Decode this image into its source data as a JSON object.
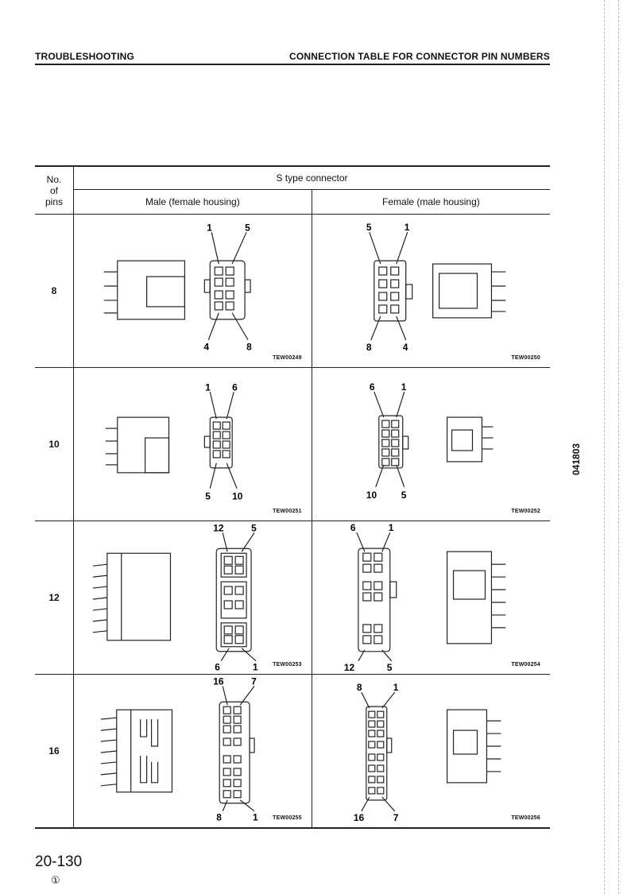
{
  "header": {
    "left": "TROUBLESHOOTING",
    "right": "CONNECTION TABLE FOR CONNECTOR PIN NUMBERS"
  },
  "table": {
    "col_no_pins": [
      "No.",
      "of",
      "pins"
    ],
    "group_header": "S type connector",
    "male_header": "Male (female housing)",
    "female_header": "Female (male housing)",
    "rows": [
      {
        "pins": "8",
        "male": {
          "labels": [
            "1",
            "5",
            "4",
            "8"
          ],
          "code": "TEW00249"
        },
        "female": {
          "labels": [
            "5",
            "1",
            "8",
            "4"
          ],
          "code": "TEW00250"
        }
      },
      {
        "pins": "10",
        "male": {
          "labels": [
            "1",
            "6",
            "5",
            "10"
          ],
          "code": "TEW00251"
        },
        "female": {
          "labels": [
            "6",
            "1",
            "10",
            "5"
          ],
          "code": "TEW00252"
        }
      },
      {
        "pins": "12",
        "male": {
          "labels": [
            "12",
            "5",
            "6",
            "1"
          ],
          "code": "TEW00253"
        },
        "female": {
          "labels": [
            "6",
            "1",
            "12",
            "5"
          ],
          "code": "TEW00254"
        }
      },
      {
        "pins": "16",
        "male": {
          "labels": [
            "16",
            "7",
            "8",
            "1"
          ],
          "code": "TEW00255"
        },
        "female": {
          "labels": [
            "8",
            "1",
            "16",
            "7"
          ],
          "code": "TEW00256"
        }
      }
    ]
  },
  "side_code": "041803",
  "footer": {
    "page": "20-130",
    "revision": "①"
  }
}
